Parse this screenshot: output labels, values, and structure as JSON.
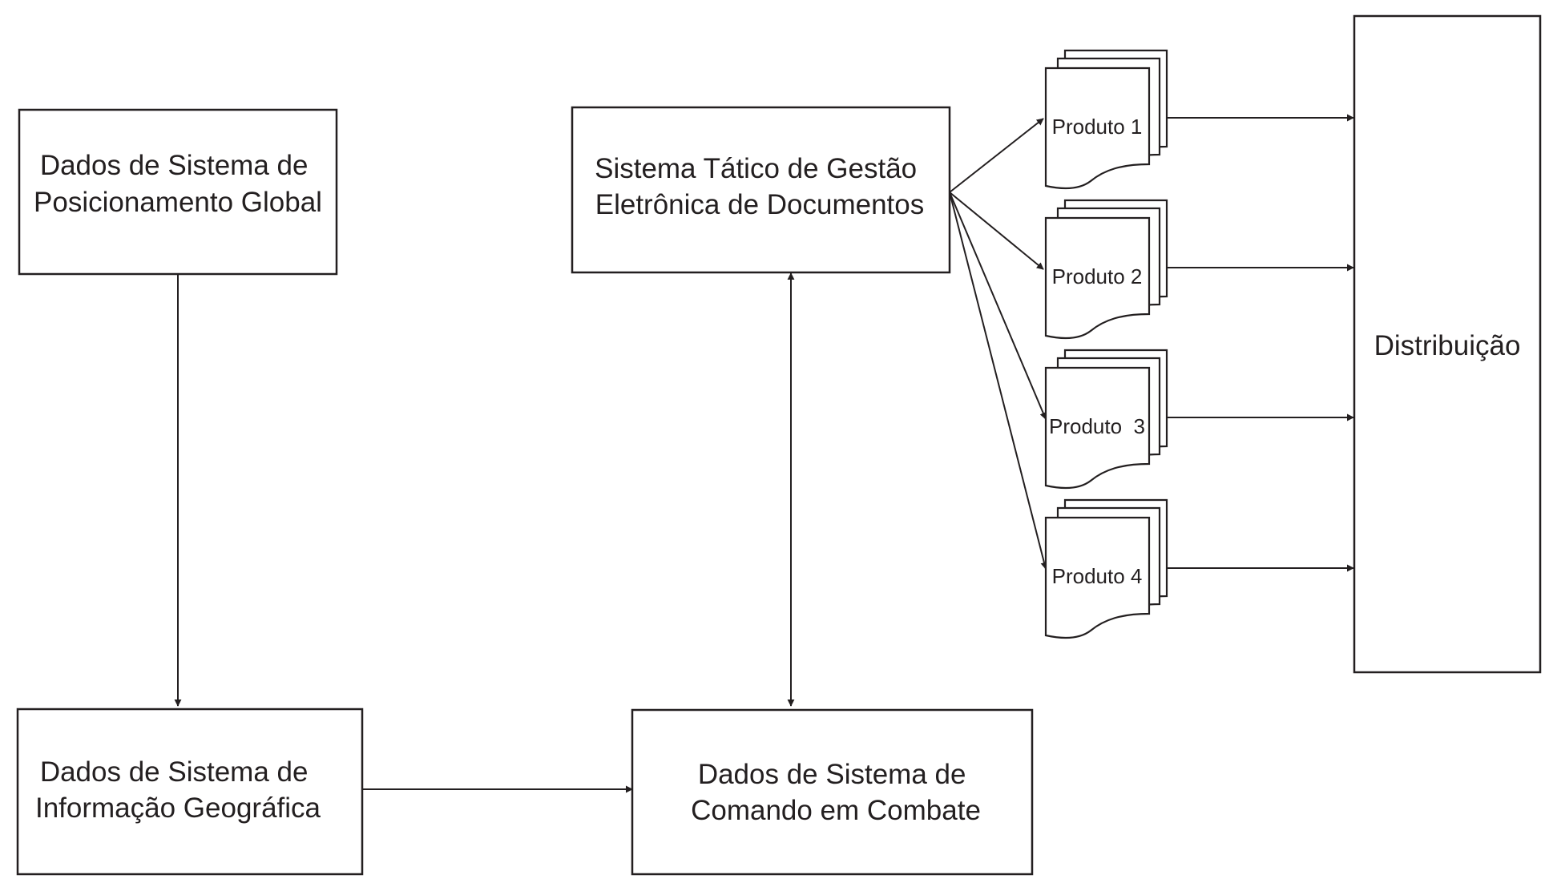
{
  "colors": {
    "stroke": "#231f20",
    "background": "#ffffff"
  },
  "nodes": {
    "gps": {
      "lines": [
        "Dados de Sistema de",
        "Posicionamento Global"
      ]
    },
    "gis": {
      "lines": [
        "Dados de Sistema de",
        "Informação Geográfica"
      ]
    },
    "stged": {
      "lines": [
        "Sistema Tático de Gestão",
        "Eletrônica de Documentos"
      ]
    },
    "c2": {
      "lines": [
        "Dados de Sistema de",
        "Comando em Combate"
      ]
    },
    "distribution": {
      "label": "Distribuição"
    }
  },
  "products": [
    {
      "label": "Produto 1"
    },
    {
      "label": "Produto 2"
    },
    {
      "label": "Produto  3"
    },
    {
      "label": "Produto 4"
    }
  ],
  "edges": [
    {
      "from": "gps",
      "to": "gis"
    },
    {
      "from": "gis",
      "to": "c2"
    },
    {
      "from": "stged",
      "to": "c2",
      "bidirectional": true
    },
    {
      "from": "stged",
      "to": "product-1"
    },
    {
      "from": "stged",
      "to": "product-2"
    },
    {
      "from": "stged",
      "to": "product-3"
    },
    {
      "from": "stged",
      "to": "product-4"
    },
    {
      "from": "product-1",
      "to": "distribution"
    },
    {
      "from": "product-2",
      "to": "distribution"
    },
    {
      "from": "product-3",
      "to": "distribution"
    },
    {
      "from": "product-4",
      "to": "distribution"
    }
  ]
}
